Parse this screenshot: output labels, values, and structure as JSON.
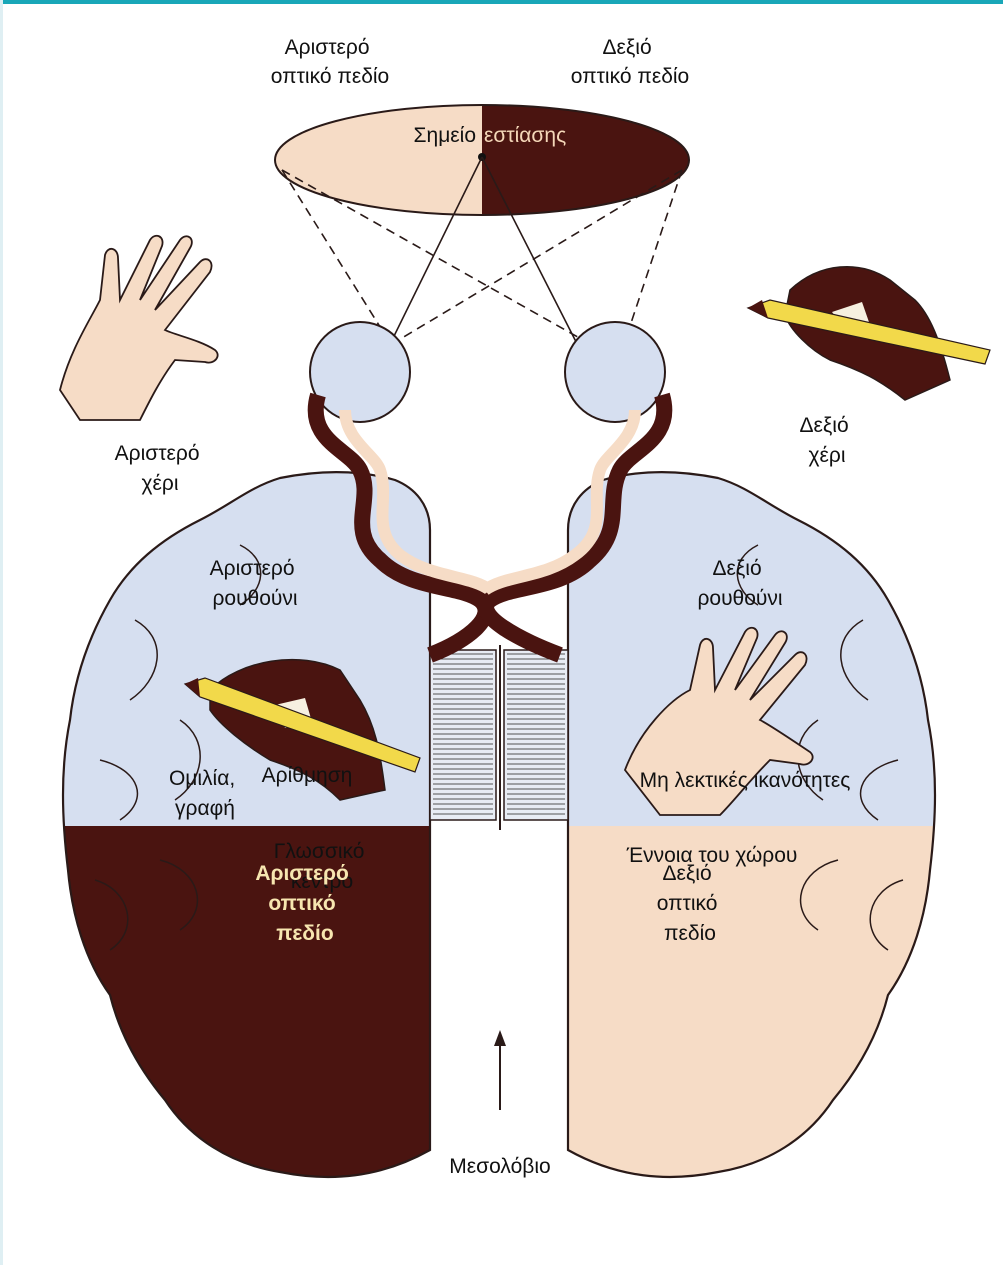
{
  "diagram": {
    "colors": {
      "brain": "#d6dff0",
      "dark": "#4a1410",
      "light": "#f6dcc6",
      "outline": "#2a1a18",
      "pencil": "#f2d94a",
      "accent_bar": "#19a7b8"
    },
    "labels": {
      "left_visual_field_top": [
        "Αριστερό",
        "οπτικό πεδίο"
      ],
      "right_visual_field_top": [
        "Δεξιό",
        "οπτικό πεδίο"
      ],
      "focus_point": [
        "Σημείο",
        "εστίασης"
      ],
      "left_hand": [
        "Αριστερό",
        "χέρι"
      ],
      "right_hand": [
        "Δεξιό",
        "χέρι"
      ],
      "left_nostril": [
        "Αριστερό",
        "ρουθούνι"
      ],
      "right_nostril": [
        "Δεξιό",
        "ρουθούνι"
      ],
      "speech_writing": [
        "Ομιλία,",
        "γραφή"
      ],
      "language_center": [
        "Γλωσσικό",
        "κέντρο"
      ],
      "spatial_concept": "Έννοια του χώρου",
      "arithmetic": "Αρίθμηση",
      "nonverbal": "Μη λεκτικές ικανότητες",
      "left_visual_field_bottom": [
        "Αριστερό",
        "οπτικό",
        "πεδίο"
      ],
      "right_visual_field_bottom": [
        "Δεξιό",
        "οπτικό",
        "πεδίο"
      ],
      "corpus_callosum": "Μεσολόβιο"
    },
    "icons": [
      "eye-icon",
      "hand-icon",
      "writing-hand-icon",
      "pencil-icon",
      "arrow-up-icon"
    ]
  }
}
